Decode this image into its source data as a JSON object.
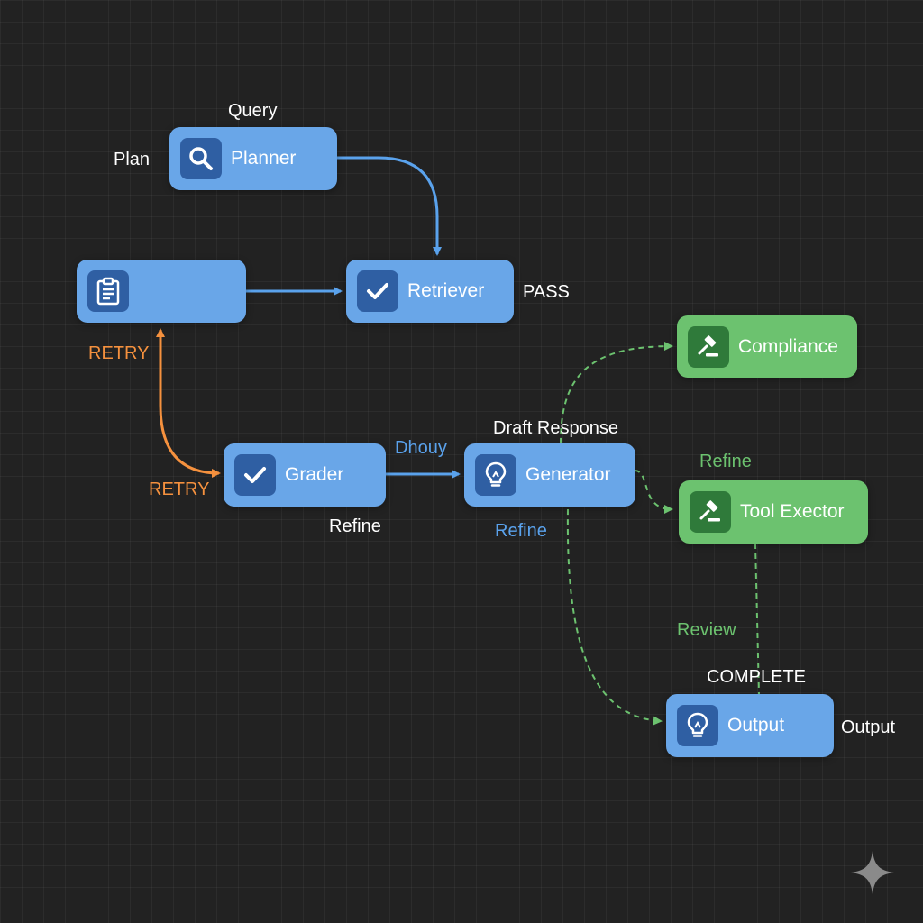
{
  "nodes": {
    "planner": {
      "label": "Planner",
      "icon": "magnifier-icon"
    },
    "checklist": {
      "label": "",
      "icon": "clipboard-checklist-icon"
    },
    "retriever": {
      "label": "Retriever",
      "icon": "checkmark-icon"
    },
    "compliance": {
      "label": "Compliance",
      "icon": "gavel-icon"
    },
    "grader": {
      "label": "Grader",
      "icon": "checkmark-icon"
    },
    "generator": {
      "label": "Generator",
      "icon": "lightbulb-icon"
    },
    "tool_executor": {
      "label": "Tool Exector",
      "icon": "gavel-icon"
    },
    "output": {
      "label": "Output",
      "icon": "lightbulb-icon"
    }
  },
  "labels": {
    "query": "Query",
    "plan": "Plan",
    "pass": "PASS",
    "retry_top": "RETRY",
    "retry_bottom": "RETRY",
    "draft_response": "Draft Response",
    "dhouy": "Dhouy",
    "refine_grader": "Refine",
    "refine_generator": "Refine",
    "refine_green": "Refine",
    "review": "Review",
    "complete": "COMPLETE",
    "output_side": "Output"
  },
  "colors": {
    "background": "#222222",
    "blue_node": "#69a6e8",
    "blue_icon_bg": "#2f5fa3",
    "green_node": "#6cc26f",
    "green_icon_bg": "#2f7a3a",
    "blue_edge": "#5aa2ec",
    "orange_edge": "#f5913e",
    "green_edge": "#6cc26f"
  },
  "decor": {
    "corner_icon": "sparkle-icon"
  }
}
